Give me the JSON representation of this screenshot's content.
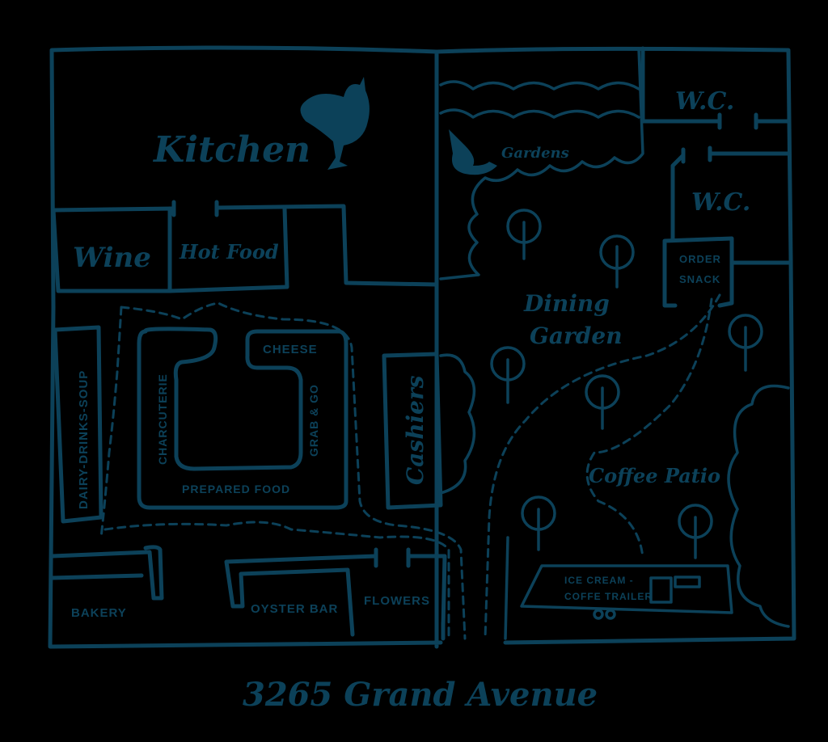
{
  "colors": {
    "ink": "#0c4159",
    "background": "#000000"
  },
  "map": {
    "rooms": {
      "kitchen": "Kitchen",
      "wine": "Wine",
      "hot_food": "Hot Food",
      "gardens": "Gardens",
      "wc_top": "W.C.",
      "wc_bottom": "W.C.",
      "order_snack_line1": "ORDER",
      "order_snack_line2": "SNACK",
      "dining_garden_line1": "Dining",
      "dining_garden_line2": "Garden",
      "dairy_drinks_soup": "DAIRY-DRINKS-SOUP",
      "charcuterie": "CHARCUTERIE",
      "cheese": "CHEESE",
      "grab_and_go": "GRAB & GO",
      "prepared_food": "PREPARED FOOD",
      "cashiers": "Cashiers",
      "coffee_patio": "Coffee Patio",
      "ice_cream_line1": "ICE CREAM -",
      "ice_cream_line2": "COFFE TRAILER",
      "bakery": "BAKERY",
      "oyster_bar": "OYSTER BAR",
      "flowers": "FLOWERS"
    },
    "address": "3265 Grand Avenue",
    "icons": [
      "rooster-icon",
      "gnome-icon",
      "tree-icon",
      "trailer-icon"
    ]
  }
}
